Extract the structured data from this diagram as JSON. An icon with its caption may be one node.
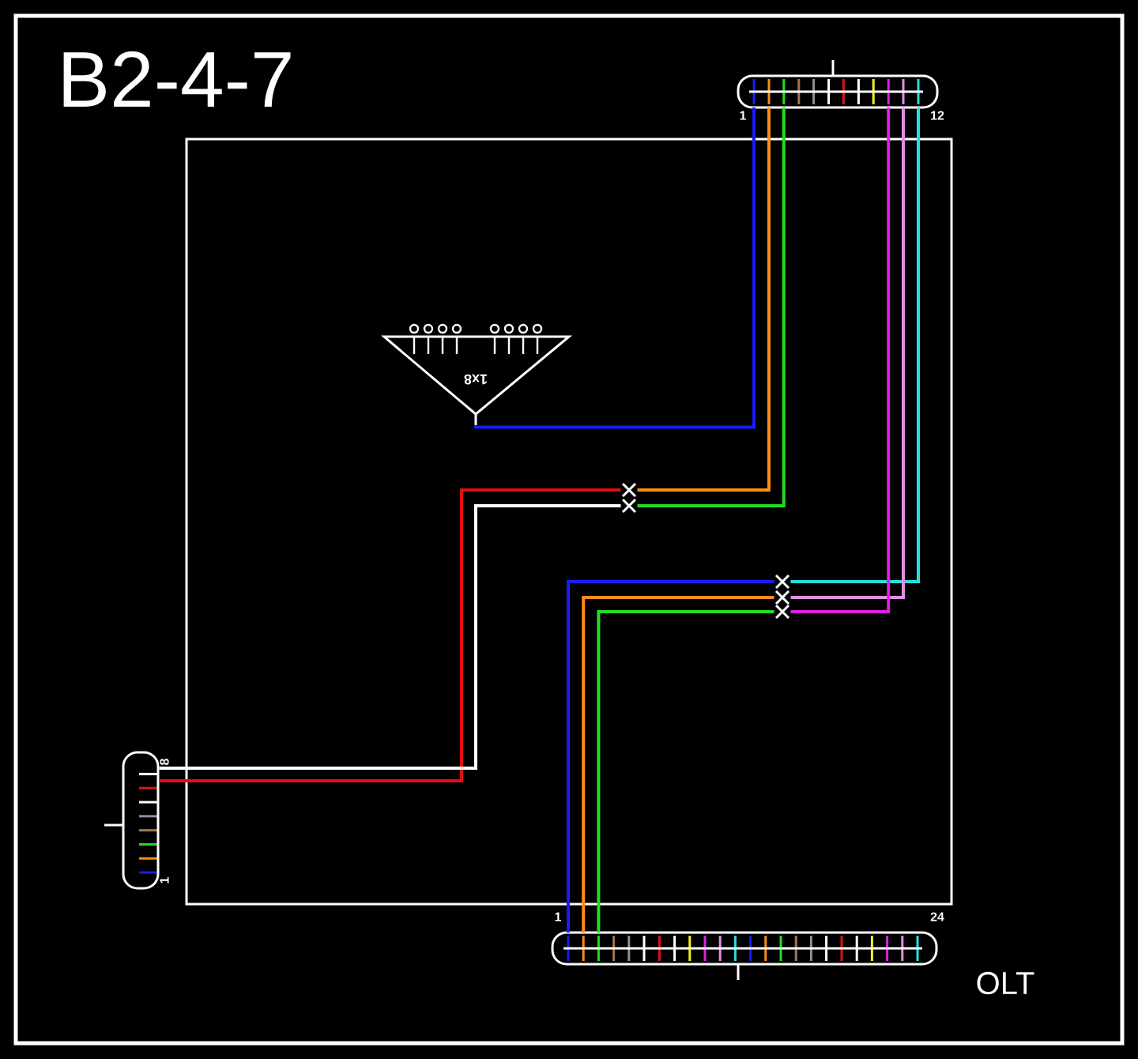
{
  "diagram": {
    "title": "B2-4-7",
    "nodes": [
      {
        "text": [],
        "shape": "box",
        "beside": [
          "1",
          "12"
        ]
      },
      {
        "text": [],
        "shape": "box"
      },
      {
        "text": [
          "1x8"
        ],
        "in": 1
      },
      {
        "text": [],
        "shape": "cross",
        "in": 1
      },
      {
        "text": [],
        "shape": "cross",
        "in": 1
      },
      {
        "text": [],
        "shape": "cross",
        "in": 1
      },
      {
        "text": [],
        "shape": "cross",
        "in": 1
      },
      {
        "text": [],
        "shape": "cross",
        "in": 1
      },
      {
        "text": [],
        "shape": "box",
        "beside": [
          "8",
          "1"
        ]
      },
      {
        "text": [],
        "shape": "box",
        "beside": [
          "1",
          "24",
          "OLT"
        ]
      }
    ],
    "edges": [
      {
        "from": 0,
        "to": 2,
        "arrow": "none",
        "color": "#1a1aff"
      },
      {
        "from": 0,
        "to": 3,
        "arrow": "none",
        "color": "#ff8c1a"
      },
      {
        "from": 3,
        "to": 8,
        "arrow": "none",
        "color": "#e01010"
      },
      {
        "from": 0,
        "to": 4,
        "arrow": "none",
        "color": "#22dd22"
      },
      {
        "from": 4,
        "to": 8,
        "arrow": "none",
        "color": "#ffffff"
      },
      {
        "from": 0,
        "to": 5,
        "arrow": "none",
        "color": "#22e0e0"
      },
      {
        "from": 5,
        "to": 9,
        "arrow": "none",
        "color": "#1a1aff"
      },
      {
        "from": 0,
        "to": 6,
        "arrow": "none",
        "color": "#e090e0"
      },
      {
        "from": 6,
        "to": 9,
        "arrow": "none",
        "color": "#ff8c1a"
      },
      {
        "from": 0,
        "to": 7,
        "arrow": "none",
        "color": "#e020e0"
      },
      {
        "from": 7,
        "to": 9,
        "arrow": "none",
        "color": "#22dd22"
      }
    ]
  }
}
